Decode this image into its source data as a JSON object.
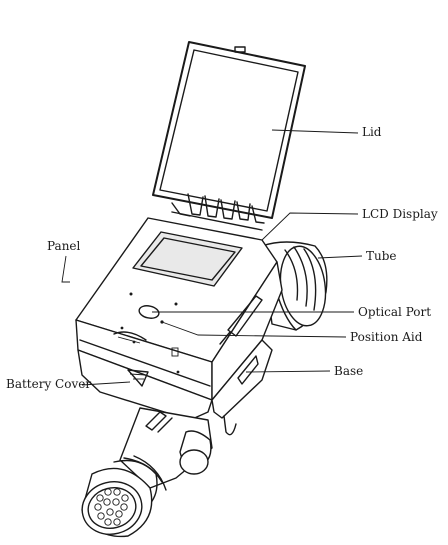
{
  "labels": {
    "lid": "Lid",
    "lcd_display": "LCD Display",
    "tube": "Tube",
    "panel": "Panel",
    "optical_port": "Optical Port",
    "position_aid": "Position Aid",
    "base": "Base",
    "battery_cover": "Battery Cover"
  }
}
